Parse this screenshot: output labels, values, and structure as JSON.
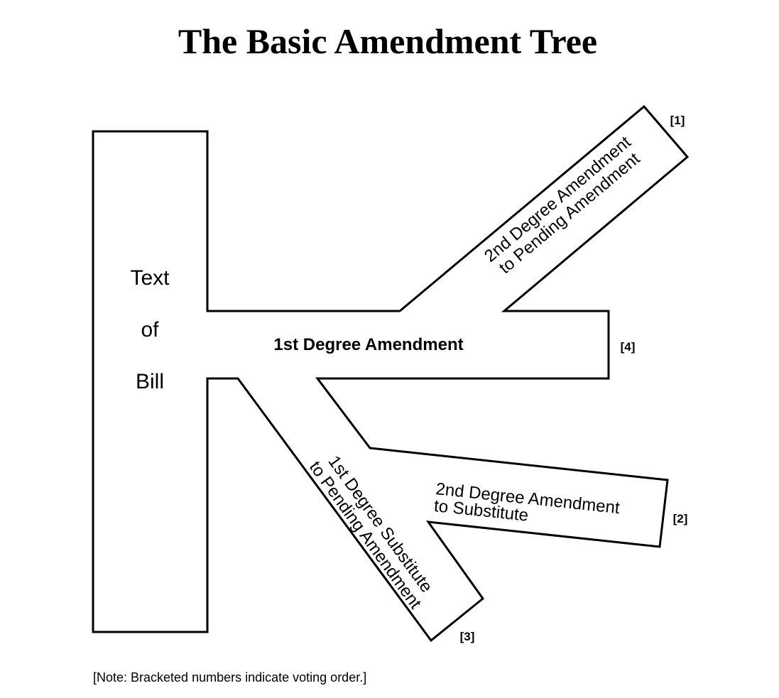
{
  "title": "The Basic Amendment Tree",
  "bill": {
    "line1": "Text",
    "line2": "of",
    "line3": "Bill"
  },
  "first_degree_amendment": {
    "label": "1st Degree Amendment",
    "order": "[4]"
  },
  "second_degree_to_pending": {
    "line1": "2nd Degree Amendment",
    "line2": "to Pending Amendment",
    "order": "[1]"
  },
  "second_degree_to_substitute": {
    "line1": "2nd Degree Amendment",
    "line2": "to Substitute",
    "order": "[2]"
  },
  "first_degree_substitute": {
    "line1": "1st Degree Substitute",
    "line2": "to Pending Amendment",
    "order": "[3]"
  },
  "note": "[Note: Bracketed numbers indicate voting order.]"
}
